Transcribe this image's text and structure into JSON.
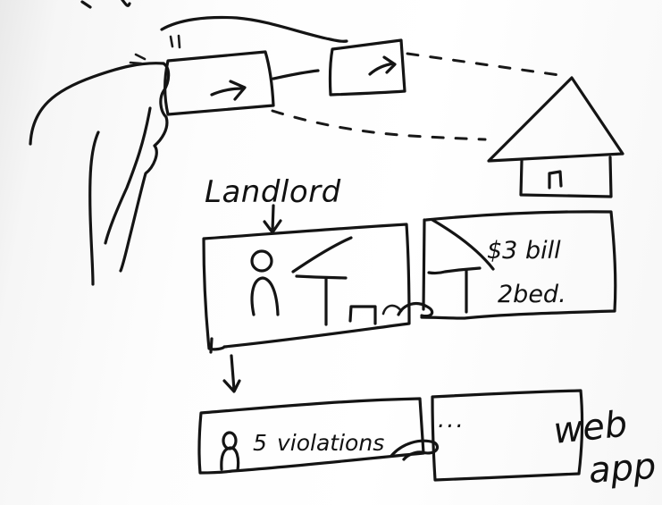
{
  "labels": {
    "landlord": "Landlord",
    "bill": "$3 bill",
    "bedrooms": "2bed.",
    "violations_count": "5",
    "violations_word": "violations",
    "ellipsis": "...",
    "web": "web",
    "app": "app"
  },
  "icons": {
    "hand": "hand-icon",
    "phone": "phone-icon",
    "house": "house-icon",
    "person": "person-icon",
    "avatar": "avatar-icon",
    "arrow": "arrow-down-icon",
    "swipe": "swipe-arrow-icon"
  },
  "colors": {
    "ink": "#141414",
    "paper": "#ffffff"
  }
}
